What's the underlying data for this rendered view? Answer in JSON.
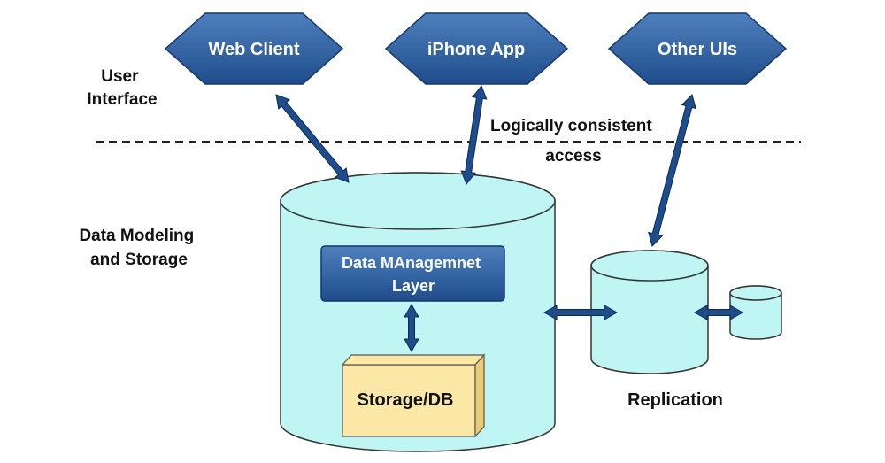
{
  "colors": {
    "hex_fill_top": "#4f7fbd",
    "hex_fill_bottom": "#1f4d8c",
    "hex_stroke": "#16376a",
    "cylinder_fill": "#bff6f3",
    "cylinder_stroke": "#333333",
    "storage_fill": "#fbe7a6",
    "storage_fill_dark": "#eccc72",
    "arrow": "#1f4d8c",
    "arrow_stroke": "#0c2a55"
  },
  "clients": [
    {
      "label": "Web Client"
    },
    {
      "label": "iPhone App"
    },
    {
      "label": "Other UIs"
    }
  ],
  "layers": {
    "user_interface": [
      "User",
      "Interface"
    ],
    "data_modeling": [
      "Data Modeling",
      "and Storage"
    ]
  },
  "annotation": [
    "Logically consistent",
    "access"
  ],
  "data_management_layer": [
    "Data MAnagemnet",
    "Layer"
  ],
  "storage_label": "Storage/DB",
  "replication_label": "Replication"
}
